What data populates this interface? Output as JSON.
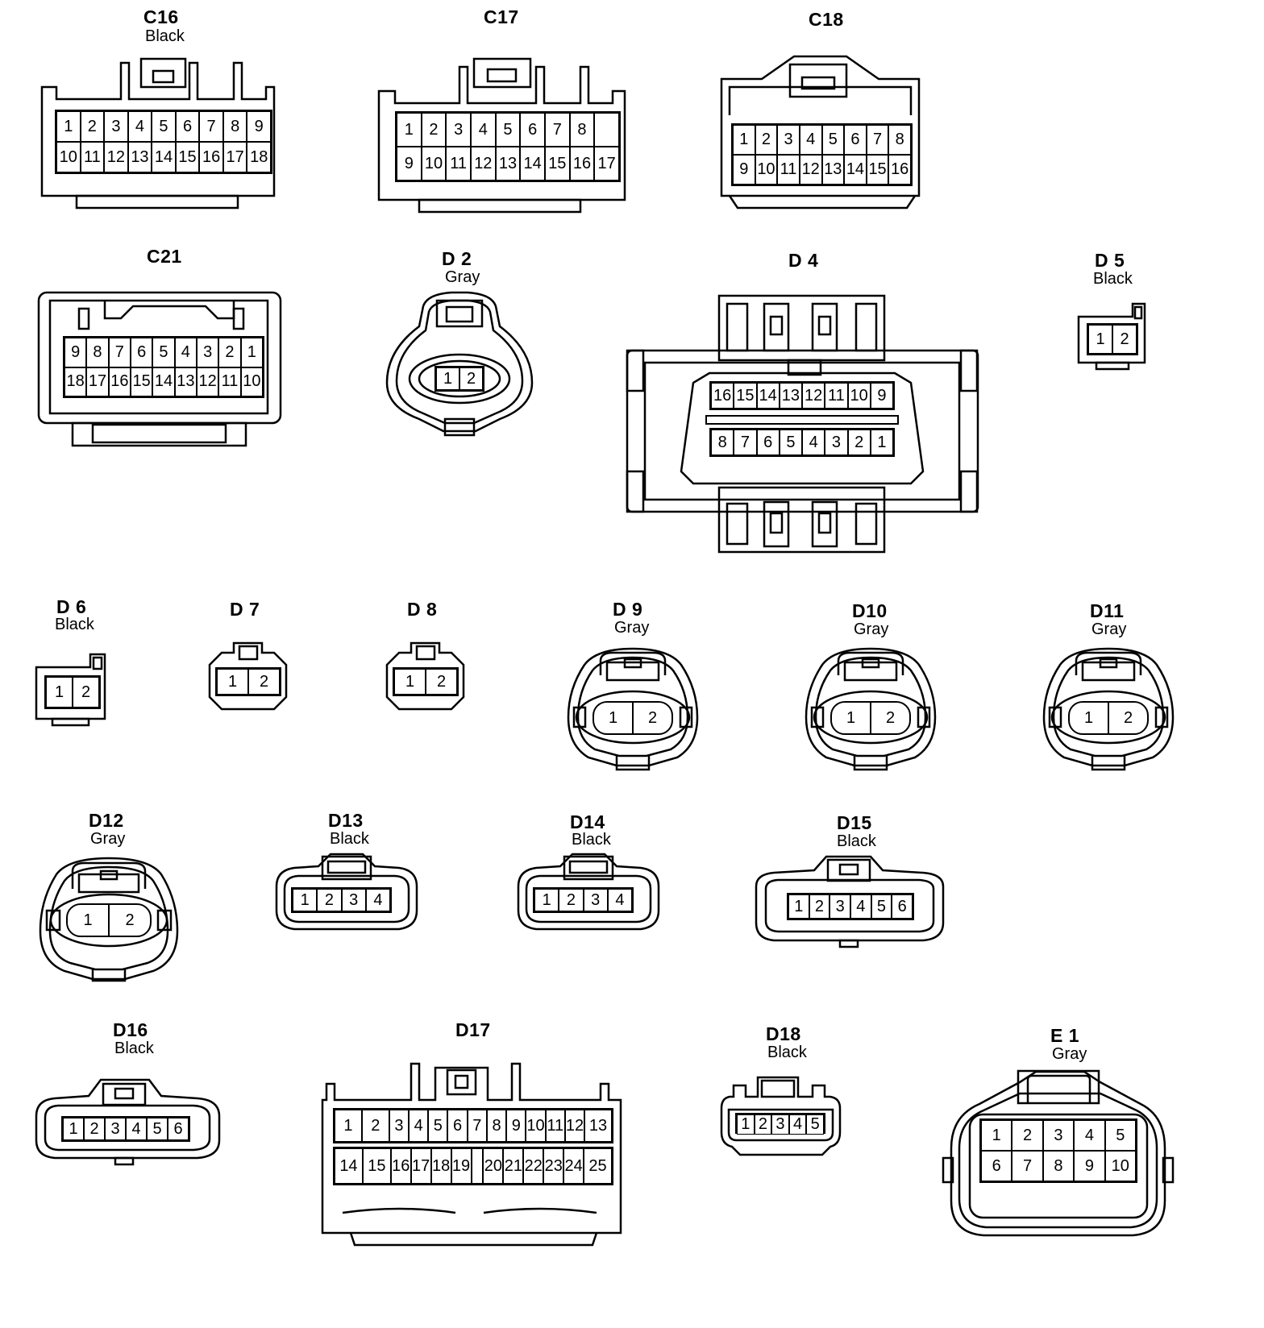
{
  "connectors": [
    {
      "id": "c16",
      "code": "C16",
      "color": "Black",
      "rows": [
        [
          "1",
          "2",
          "3",
          "4",
          "5",
          "6",
          "7",
          "8",
          "9"
        ],
        [
          "10",
          "11",
          "12",
          "13",
          "14",
          "15",
          "16",
          "17",
          "18"
        ]
      ]
    },
    {
      "id": "c17",
      "code": "C17",
      "color": "",
      "rows": [
        [
          "1",
          "2",
          "3",
          "4",
          "5",
          "6",
          "7",
          "8"
        ],
        [
          "9",
          "10",
          "11",
          "12",
          "13",
          "14",
          "15",
          "16",
          "17"
        ]
      ]
    },
    {
      "id": "c18",
      "code": "C18",
      "color": "",
      "rows": [
        [
          "1",
          "2",
          "3",
          "4",
          "5",
          "6",
          "7",
          "8"
        ],
        [
          "9",
          "10",
          "11",
          "12",
          "13",
          "14",
          "15",
          "16"
        ]
      ]
    },
    {
      "id": "c21",
      "code": "C21",
      "color": "",
      "rows": [
        [
          "9",
          "8",
          "7",
          "6",
          "5",
          "4",
          "3",
          "2",
          "1"
        ],
        [
          "18",
          "17",
          "16",
          "15",
          "14",
          "13",
          "12",
          "11",
          "10"
        ]
      ]
    },
    {
      "id": "d2",
      "code": "D 2",
      "color": "Gray",
      "rows": [
        [
          "1",
          "2"
        ]
      ]
    },
    {
      "id": "d4",
      "code": "D 4",
      "color": "",
      "rows": [
        [
          "16",
          "15",
          "14",
          "13",
          "12",
          "11",
          "10",
          "9"
        ],
        [
          "8",
          "7",
          "6",
          "5",
          "4",
          "3",
          "2",
          "1"
        ]
      ]
    },
    {
      "id": "d5",
      "code": "D 5",
      "color": "Black",
      "rows": [
        [
          "1",
          "2"
        ]
      ]
    },
    {
      "id": "d6",
      "code": "D 6",
      "color": "Black",
      "rows": [
        [
          "1",
          "2"
        ]
      ]
    },
    {
      "id": "d7",
      "code": "D 7",
      "color": "",
      "rows": [
        [
          "1",
          "2"
        ]
      ]
    },
    {
      "id": "d8",
      "code": "D 8",
      "color": "",
      "rows": [
        [
          "1",
          "2"
        ]
      ]
    },
    {
      "id": "d9",
      "code": "D 9",
      "color": "Gray",
      "rows": [
        [
          "1",
          "2"
        ]
      ]
    },
    {
      "id": "d10",
      "code": "D10",
      "color": "Gray",
      "rows": [
        [
          "1",
          "2"
        ]
      ]
    },
    {
      "id": "d11",
      "code": "D11",
      "color": "Gray",
      "rows": [
        [
          "1",
          "2"
        ]
      ]
    },
    {
      "id": "d12",
      "code": "D12",
      "color": "Gray",
      "rows": [
        [
          "1",
          "2"
        ]
      ]
    },
    {
      "id": "d13",
      "code": "D13",
      "color": "Black",
      "rows": [
        [
          "1",
          "2",
          "3",
          "4"
        ]
      ]
    },
    {
      "id": "d14",
      "code": "D14",
      "color": "Black",
      "rows": [
        [
          "1",
          "2",
          "3",
          "4"
        ]
      ]
    },
    {
      "id": "d15",
      "code": "D15",
      "color": "Black",
      "rows": [
        [
          "1",
          "2",
          "3",
          "4",
          "5",
          "6"
        ]
      ]
    },
    {
      "id": "d16",
      "code": "D16",
      "color": "Black",
      "rows": [
        [
          "1",
          "2",
          "3",
          "4",
          "5",
          "6"
        ]
      ]
    },
    {
      "id": "d17",
      "code": "D17",
      "color": "",
      "rows": [
        [
          "1",
          "2",
          "3",
          "4",
          "5",
          "6",
          "7",
          "8",
          "9",
          "10",
          "11",
          "12",
          "13"
        ],
        [
          "14",
          "15",
          "16",
          "17",
          "18",
          "19",
          "20",
          "21",
          "22",
          "23",
          "24",
          "25"
        ]
      ]
    },
    {
      "id": "d18",
      "code": "D18",
      "color": "Black",
      "rows": [
        [
          "1",
          "2",
          "3",
          "4",
          "5"
        ]
      ]
    },
    {
      "id": "e1",
      "code": "E 1",
      "color": "Gray",
      "rows": [
        [
          "1",
          "2",
          "3",
          "4",
          "5"
        ],
        [
          "6",
          "7",
          "8",
          "9",
          "10"
        ]
      ]
    }
  ]
}
